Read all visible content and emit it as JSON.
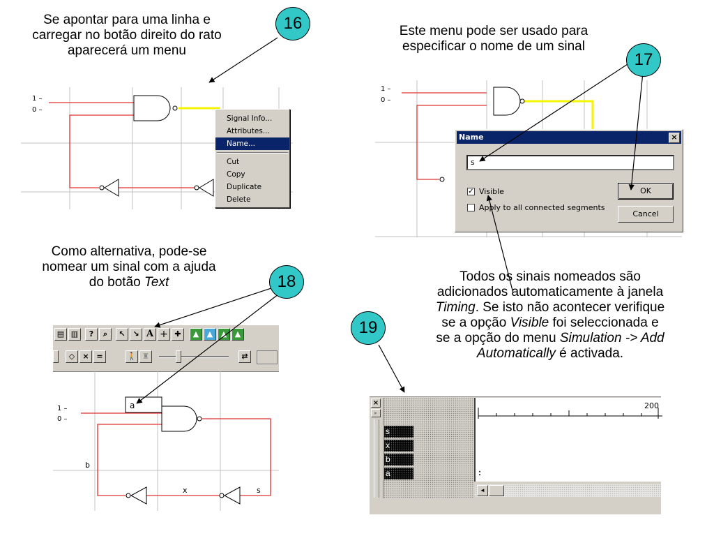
{
  "badges": {
    "b16": "16",
    "b17": "17",
    "b18": "18",
    "b19": "19"
  },
  "captions": {
    "c16": {
      "l1": "Se apontar para uma linha e",
      "l2": "carregar no botão direito do rato",
      "l3": "aparecerá um menu"
    },
    "c17": {
      "l1": "Este menu pode ser usado para",
      "l2": "especificar o nome de um sinal"
    },
    "c18": {
      "l1": "Como alternativa, pode-se",
      "l2": "nomear um sinal com a ajuda",
      "l3a": "do botão ",
      "l3b": "Text"
    },
    "c19": {
      "l1": "Todos os sinais nomeados são",
      "l2": "adicionados automaticamente à janela",
      "l3a": "Timing",
      "l3b": ". Se isto não acontecer verifique",
      "l4a": "se a opção ",
      "l4b": "Visible",
      "l4c": " foi seleccionada e",
      "l5a": "se a opção do menu ",
      "l5b": "Simulation -> Add",
      "l6a": "Automatically",
      "l6b": " é activada."
    }
  },
  "circuit": {
    "one": "1 –",
    "zero": "0 –"
  },
  "context_menu": {
    "items": [
      "Signal Info...",
      "Attributes...",
      "Name...",
      "Cut",
      "Copy",
      "Duplicate",
      "Delete"
    ],
    "selected": "Name..."
  },
  "name_dialog": {
    "title": "Name",
    "close": "×",
    "value": "s",
    "visible_label": "Visible",
    "visible_checked": "✓",
    "apply_label": "Apply to all connected segments",
    "ok": "OK",
    "cancel": "Cancel"
  },
  "text_tool": {
    "text_button": "A",
    "plus": "+",
    "cross": "✚",
    "help": "?",
    "diamond": "◇",
    "times": "×",
    "equals": "=",
    "label_value": "a",
    "wire_b": "b",
    "wire_x": "x",
    "wire_s": "s"
  },
  "timing": {
    "close": "×",
    "scale": "200",
    "signals": [
      "s",
      "x",
      "b",
      "a"
    ],
    "cursor": ":",
    "scroll_left": "◄"
  },
  "colors": {
    "badge": "#33c8c8",
    "wire_red": "#e03030",
    "wire_yellow": "#f5f500",
    "selection": "#0a246a"
  }
}
